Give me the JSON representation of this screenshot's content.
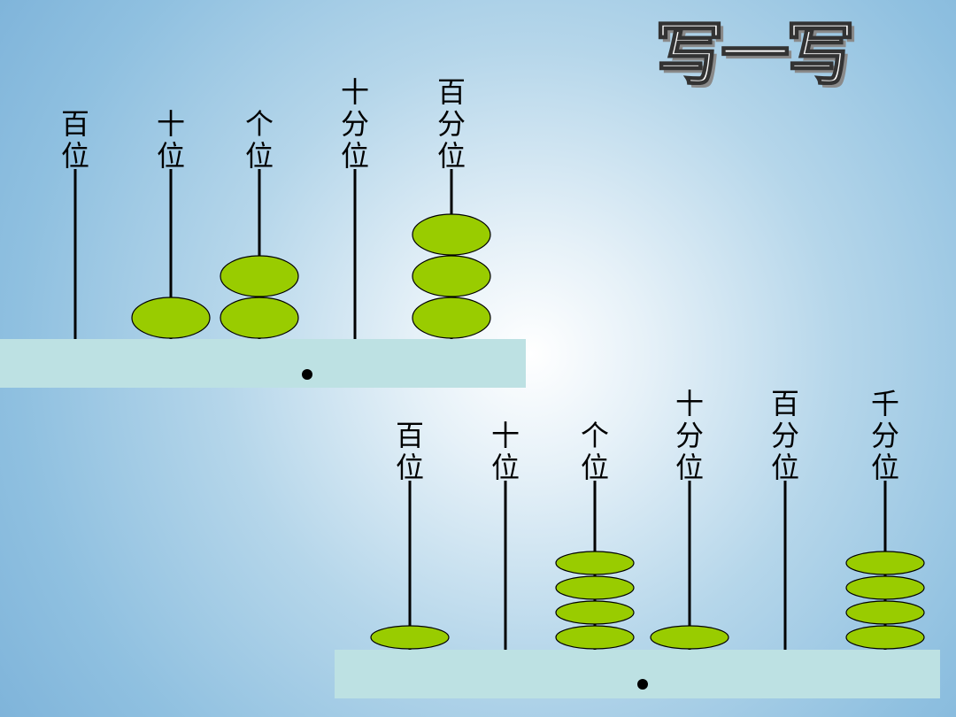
{
  "title": "写一写",
  "colors": {
    "bead": "#99cc00",
    "base": "#bde1e3",
    "rod": "#000000"
  },
  "abacus_top": {
    "rods": [
      {
        "label": "百位",
        "beads": 0
      },
      {
        "label": "十位",
        "beads": 1
      },
      {
        "label": "个位",
        "beads": 2
      },
      {
        "label": "十分位",
        "beads": 0
      },
      {
        "label": "百分位",
        "beads": 3
      }
    ]
  },
  "abacus_bottom": {
    "rods": [
      {
        "label": "百位",
        "beads": 1
      },
      {
        "label": "十位",
        "beads": 0
      },
      {
        "label": "个位",
        "beads": 4
      },
      {
        "label": "十分位",
        "beads": 1
      },
      {
        "label": "百分位",
        "beads": 0
      },
      {
        "label": "千分位",
        "beads": 4
      }
    ]
  }
}
